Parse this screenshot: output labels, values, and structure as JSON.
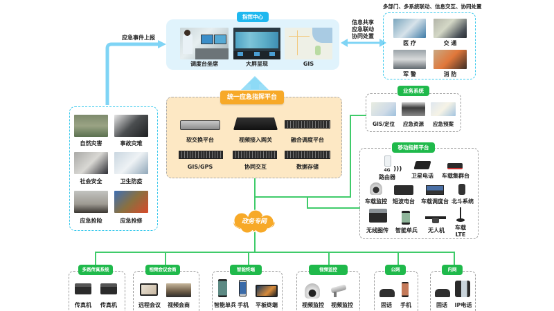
{
  "command_center": {
    "title": "指挥中心",
    "items": [
      "调度台坐席",
      "大屏呈现",
      "GIS"
    ]
  },
  "emergency_report_label": "应急事件上报",
  "info_share_label": [
    "信息共享",
    "应急联动",
    "协同处置"
  ],
  "linkage": {
    "header": "多部门、多系统联动、信息交互、协同处置",
    "items": [
      "医 疗",
      "交 通",
      "军 警",
      "消 防"
    ]
  },
  "events": {
    "items": [
      "自然灾害",
      "事故灾难",
      "社会安全",
      "卫生防疫",
      "应急抢险",
      "应急抢修"
    ]
  },
  "platform": {
    "title": "统一应急指挥平台",
    "items": [
      "软交换平台",
      "视频接入网关",
      "融合调度平台",
      "GIS/GPS",
      "协同交互",
      "数据存储"
    ]
  },
  "business": {
    "title": "业务系统",
    "items": [
      "GIS/定位",
      "应急资源",
      "应急预案"
    ]
  },
  "mobile": {
    "title": "移动指挥平台",
    "router_badge": "4G",
    "items": [
      "路由器",
      "卫星电话",
      "车载集群台",
      "车载监控",
      "短波电台",
      "车载调度台",
      "北斗系统",
      "无线图传",
      "智能单兵",
      "无人机",
      "车载",
      "LTE"
    ]
  },
  "cloud_label": "政务专网",
  "terminals": [
    {
      "title": "多路传真系统",
      "items": [
        "传真机",
        "传真机"
      ]
    },
    {
      "title": "视频会议会商",
      "items": [
        "远程会议",
        "视频会商"
      ]
    },
    {
      "title": "智能终端",
      "items": [
        "智能单兵",
        "手机",
        "平板终端"
      ]
    },
    {
      "title": "视频监控",
      "items": [
        "视频监控",
        "视频监控"
      ]
    },
    {
      "title": "公网",
      "items": [
        "固话",
        "手机"
      ]
    },
    {
      "title": "内网",
      "items": [
        "固话",
        "IP电话"
      ]
    }
  ],
  "colors": {
    "cyan": "#1fb8ef",
    "orange": "#f7a928",
    "green": "#1fb94b",
    "platform_bg": "#fde8c4",
    "center_bg": "#e0f3fc"
  }
}
